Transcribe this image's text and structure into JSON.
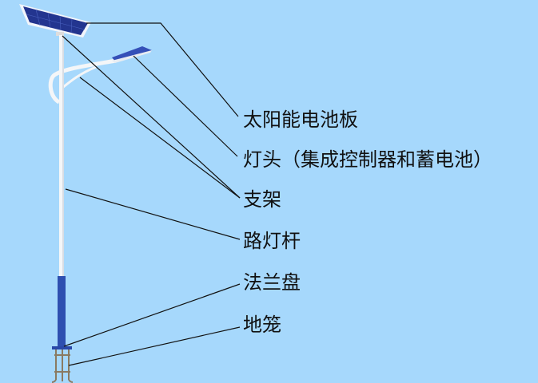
{
  "labels": {
    "solar_panel": "太阳能电池板",
    "lamp_head": "灯头（集成控制器和蓄电池）",
    "bracket": "支架",
    "pole": "路灯杆",
    "flange": "法兰盘",
    "cage": "地笼"
  },
  "colors": {
    "background": "#a6d8fc",
    "pole_base": "#2e4fb0",
    "panel": "#1e2f8a",
    "cage": "#8a7a62"
  }
}
